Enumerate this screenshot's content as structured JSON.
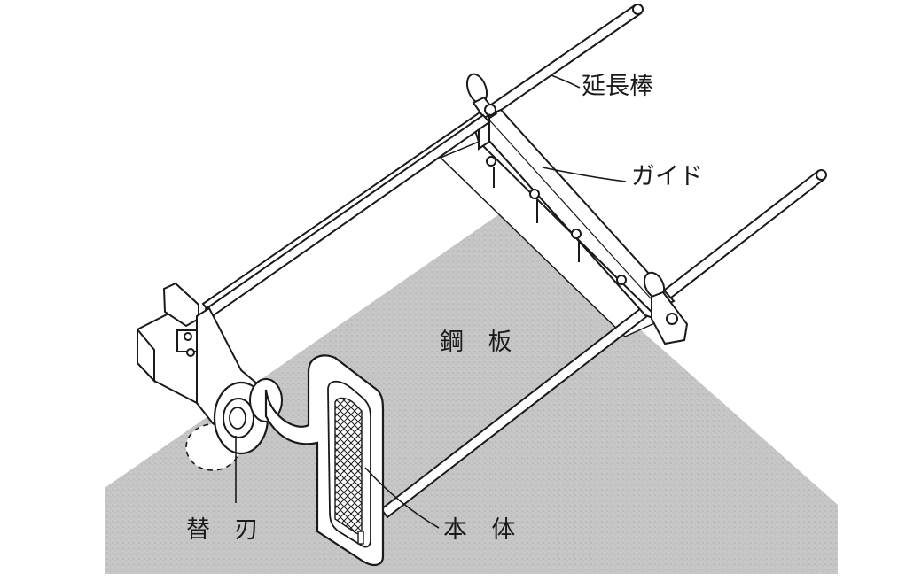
{
  "labels": {
    "extension_rod": "延長棒",
    "guide": "ガイド",
    "steel_plate": "鋼　板",
    "replacement_blade": "替　刃",
    "main_body": "本　体"
  },
  "colors": {
    "line": "#1a1a1a",
    "plate_fill": "#c8c8c8",
    "part_fill": "#ffffff",
    "background": "#ffffff"
  }
}
